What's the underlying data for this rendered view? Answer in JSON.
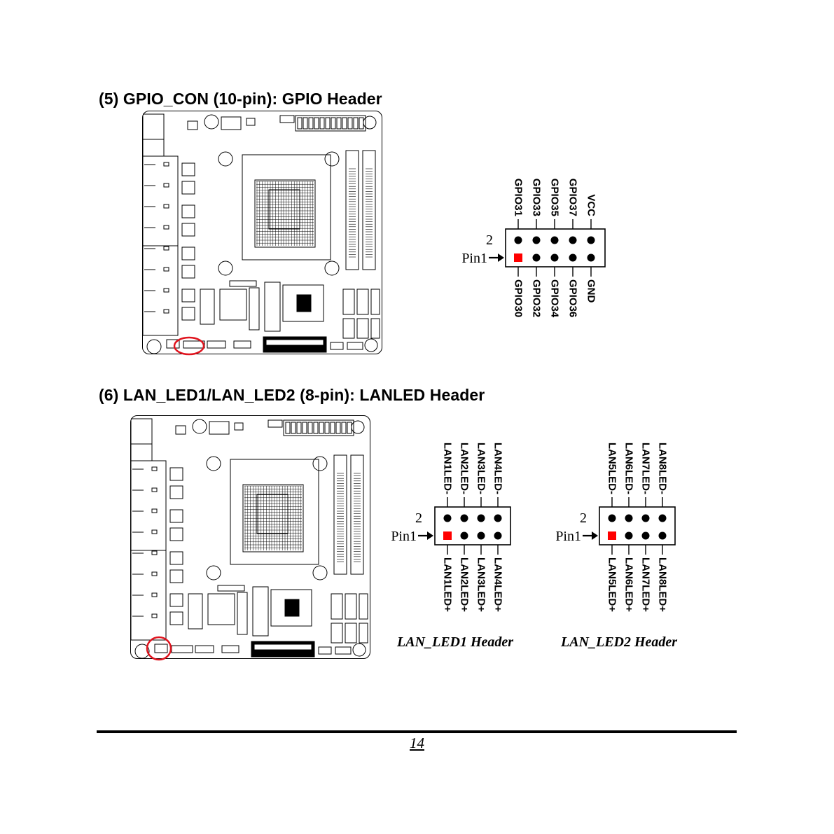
{
  "sections": [
    {
      "heading": "(5)  GPIO_CON (10-pin): GPIO Header",
      "header": {
        "pin2_label": "2",
        "pin1_label": "Pin1",
        "top_labels": [
          "GPIO31",
          "GPIO33",
          "GPIO35",
          "GPIO37",
          "VCC"
        ],
        "bottom_labels": [
          "GPIO30",
          "GPIO32",
          "GPIO34",
          "GPIO36",
          "GND"
        ]
      }
    },
    {
      "heading": "(6)  LAN_LED1/LAN_LED2 (8-pin): LANLED Header",
      "headers": [
        {
          "pin2_label": "2",
          "pin1_label": "Pin1",
          "top_labels": [
            "LAN1LED-",
            "LAN2LED-",
            "LAN3LED-",
            "LAN4LED-"
          ],
          "bottom_labels": [
            "LAN1LED+",
            "LAN2LED+",
            "LAN3LED+",
            "LAN4LED+"
          ],
          "caption": "LAN_LED1 Header"
        },
        {
          "pin2_label": "2",
          "pin1_label": "Pin1",
          "top_labels": [
            "LAN5LED-",
            "LAN6LED-",
            "LAN7LED-",
            "LAN8LED-"
          ],
          "bottom_labels": [
            "LAN5LED+",
            "LAN6LED+",
            "LAN7LED+",
            "LAN8LED+"
          ],
          "caption": "LAN_LED2 Header"
        }
      ]
    }
  ],
  "page_number": "14",
  "colors": {
    "pin1": "#ff0000",
    "highlight_circle": "#e0141e",
    "ink": "#000000"
  }
}
